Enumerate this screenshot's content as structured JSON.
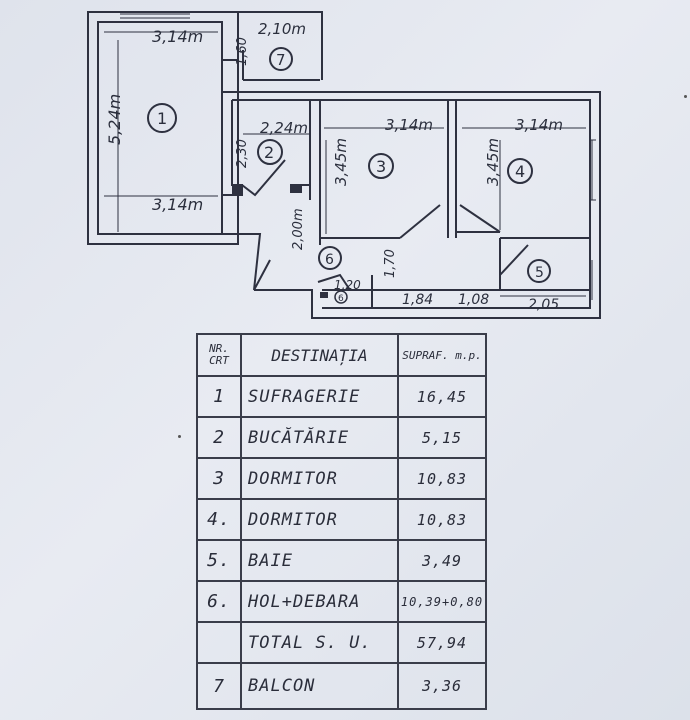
{
  "plan": {
    "dims": {
      "d1": "3,14m",
      "d2": "2,10m",
      "d3": "1,60",
      "d4": "5,24m",
      "d5": "2,24m",
      "d6": "3,14m",
      "d7": "3,14m",
      "d8": "2,30",
      "d9": "3,45m",
      "d10": "3,45m",
      "d11": "3,14m",
      "d12": "2,00m",
      "d13": "1,70",
      "d14": "1,20",
      "d15": "1,84",
      "d16": "1,08",
      "d17": "2,05"
    },
    "rooms": {
      "r1": "1",
      "r2": "2",
      "r3": "3",
      "r4": "4",
      "r5": "5",
      "r6": "6",
      "r6b": "6",
      "r7": "7"
    }
  },
  "table": {
    "headers": {
      "nr": "NR. CRT",
      "dest": "DESTINAȚIA",
      "supr": "SUPRAF. m.p."
    },
    "rows": [
      {
        "nr": "1",
        "dest": "SUFRAGERIE",
        "area": "16,45"
      },
      {
        "nr": "2",
        "dest": "BUCĂTĂRIE",
        "area": "5,15"
      },
      {
        "nr": "3",
        "dest": "DORMITOR",
        "area": "10,83"
      },
      {
        "nr": "4.",
        "dest": "DORMITOR",
        "area": "10,83"
      },
      {
        "nr": "5.",
        "dest": "BAIE",
        "area": "3,49"
      },
      {
        "nr": "6.",
        "dest": "HOL+DEBARA",
        "area": "10,39+0,80"
      },
      {
        "nr": "",
        "dest": "TOTAL S. U.",
        "area": "57,94"
      },
      {
        "nr": "7",
        "dest": "BALCON",
        "area": "3,36"
      }
    ]
  }
}
